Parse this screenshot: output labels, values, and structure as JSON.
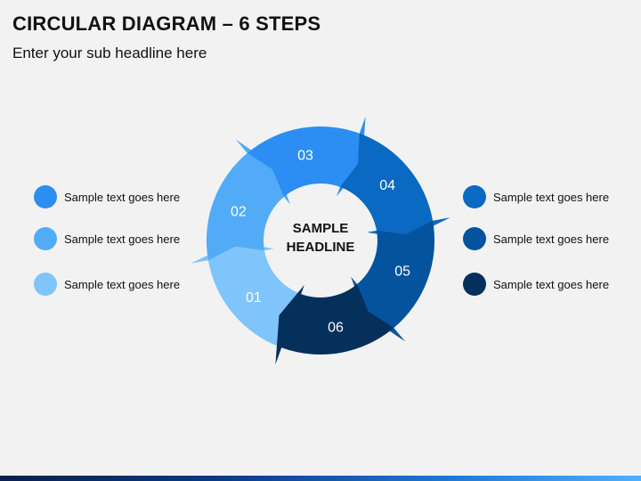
{
  "header": {
    "title": "CIRCULAR DIAGRAM – 6 STEPS",
    "subtitle": "Enter your sub headline here"
  },
  "center": {
    "line1": "SAMPLE",
    "line2": "HEADLINE"
  },
  "steps": [
    {
      "label": "01",
      "color": "#7fc4fb"
    },
    {
      "label": "02",
      "color": "#52abf7"
    },
    {
      "label": "03",
      "color": "#2c8ef2"
    },
    {
      "label": "04",
      "color": "#0a69c2"
    },
    {
      "label": "05",
      "color": "#04539f"
    },
    {
      "label": "06",
      "color": "#05305c"
    }
  ],
  "legend_left": [
    {
      "text": "Sample text goes here",
      "color": "#2c8ef2"
    },
    {
      "text": "Sample text goes here",
      "color": "#52abf7"
    },
    {
      "text": "Sample text goes here",
      "color": "#7fc4fb"
    }
  ],
  "legend_right": [
    {
      "text": "Sample text goes here",
      "color": "#0a69c2"
    },
    {
      "text": "Sample text goes here",
      "color": "#04539f"
    },
    {
      "text": "Sample text goes here",
      "color": "#05305c"
    }
  ],
  "footer": {
    "gradient_start": "#0a1f4a",
    "gradient_end": "#4fb0ff"
  }
}
